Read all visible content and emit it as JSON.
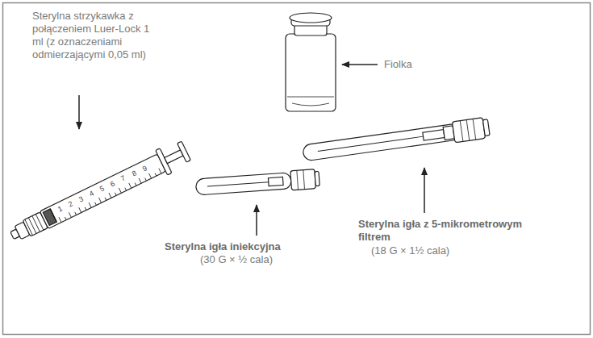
{
  "diagram": {
    "labels": [
      "Sterylna strzykawka z połączeniem Luer-Lock 1 ml (z oznaczeniami odmierzającymi 0,05 ml)",
      "Fiolka",
      "Sterylna igła iniekcyjna",
      "(30 G × ½ cala)",
      "Sterylna igła z 5-mikrometrowym filtrem",
      "(18 G × 1½ cala)",
      "1",
      "2",
      "3",
      "4",
      "5",
      "6",
      "7",
      "8",
      "9"
    ]
  }
}
